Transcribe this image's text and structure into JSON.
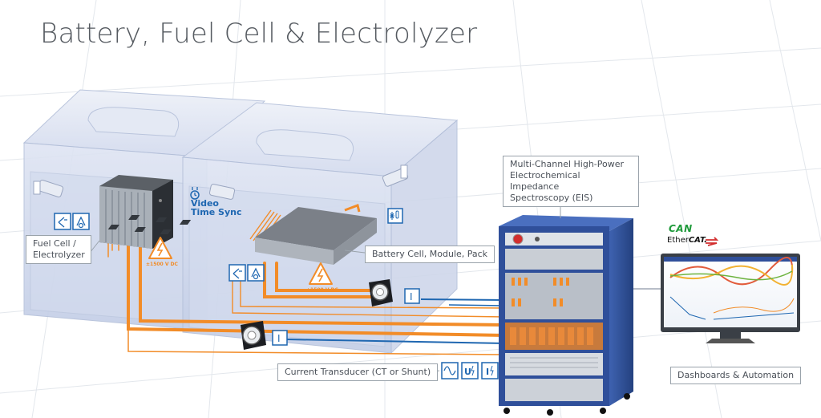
{
  "title": "Battery, Fuel Cell & Electrolyzer",
  "labels": {
    "fuel_cell_line1": "Fuel Cell /",
    "fuel_cell_line2": "Electrolyzer",
    "battery": "Battery Cell, Module, Pack",
    "eis_line1": "Multi-Channel High-Power",
    "eis_line2": "Electrochemical Impedance",
    "eis_line3": "Spectroscopy (EIS)",
    "transducer": "Current Transducer (CT or Shunt)",
    "dashboards": "Dashboards & Automation",
    "video_line1": "Video",
    "video_line2": "Time Sync",
    "can": "CAN",
    "ethercat_prefix": "Ether",
    "ethercat_suffix": "CAT.",
    "hv_warning": "±1500 V DC",
    "ct_symbol": "I",
    "signal_u": "U",
    "signal_i": "I"
  },
  "colors": {
    "cable_orange": "#f28c28",
    "cable_blue": "#1f67b1",
    "chamber": "#c9d3ea",
    "rack": "#2f4f9a"
  },
  "icons": [
    "thermocouple-icon",
    "temperature-sensor-icon",
    "snowflake-thermometer-icon",
    "camera-icon",
    "stopwatch-icon",
    "high-voltage-icon",
    "current-transducer-icon",
    "sine-wave-icon",
    "voltage-signal-icon",
    "current-signal-icon",
    "monitor-icon"
  ]
}
